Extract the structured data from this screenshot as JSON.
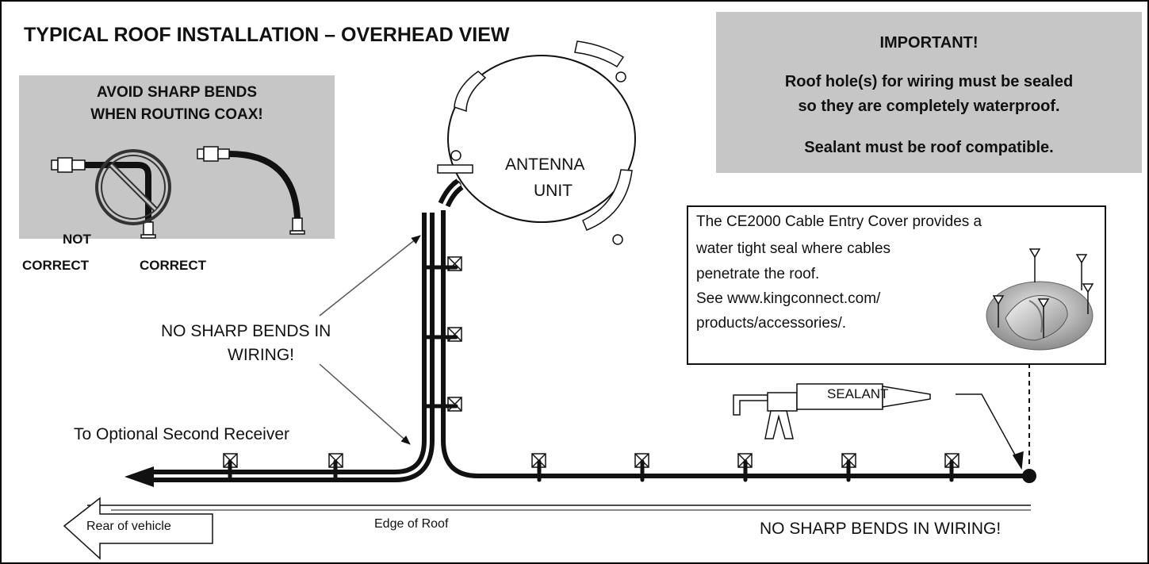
{
  "title": "TYPICAL ROOF INSTALLATION – OVERHEAD VIEW",
  "important": {
    "heading": "IMPORTANT!",
    "line1": "Roof hole(s) for wiring must be sealed",
    "line2": "so they are completely waterproof.",
    "line3": "Sealant must be roof compatible."
  },
  "avoid_box": {
    "line1": "AVOID SHARP BENDS",
    "line2": "WHEN ROUTING COAX!",
    "not_correct_1": "NOT",
    "not_correct_2": "CORRECT",
    "correct": "CORRECT"
  },
  "cable_entry": {
    "line1": "The CE2000 Cable Entry Cover provides a",
    "line2": "water tight seal where cables",
    "line3": "penetrate the roof.",
    "line4": "See www.kingconnect.com/",
    "line5": "products/accessories/."
  },
  "antenna": {
    "line1": "ANTENNA",
    "line2": "UNIT"
  },
  "no_sharp_bends": {
    "line1": "NO SHARP BENDS IN",
    "line2": "WIRING!"
  },
  "optional_receiver": "To Optional Second Receiver",
  "edge_of_roof": "Edge of Roof",
  "no_sharp_bends_bottom": "NO SHARP BENDS IN WIRING!",
  "sealant": "SEALANT",
  "rear_of_vehicle": "Rear of vehicle",
  "colors": {
    "panel_gray": "#c6c6c6",
    "ink": "#111111"
  }
}
